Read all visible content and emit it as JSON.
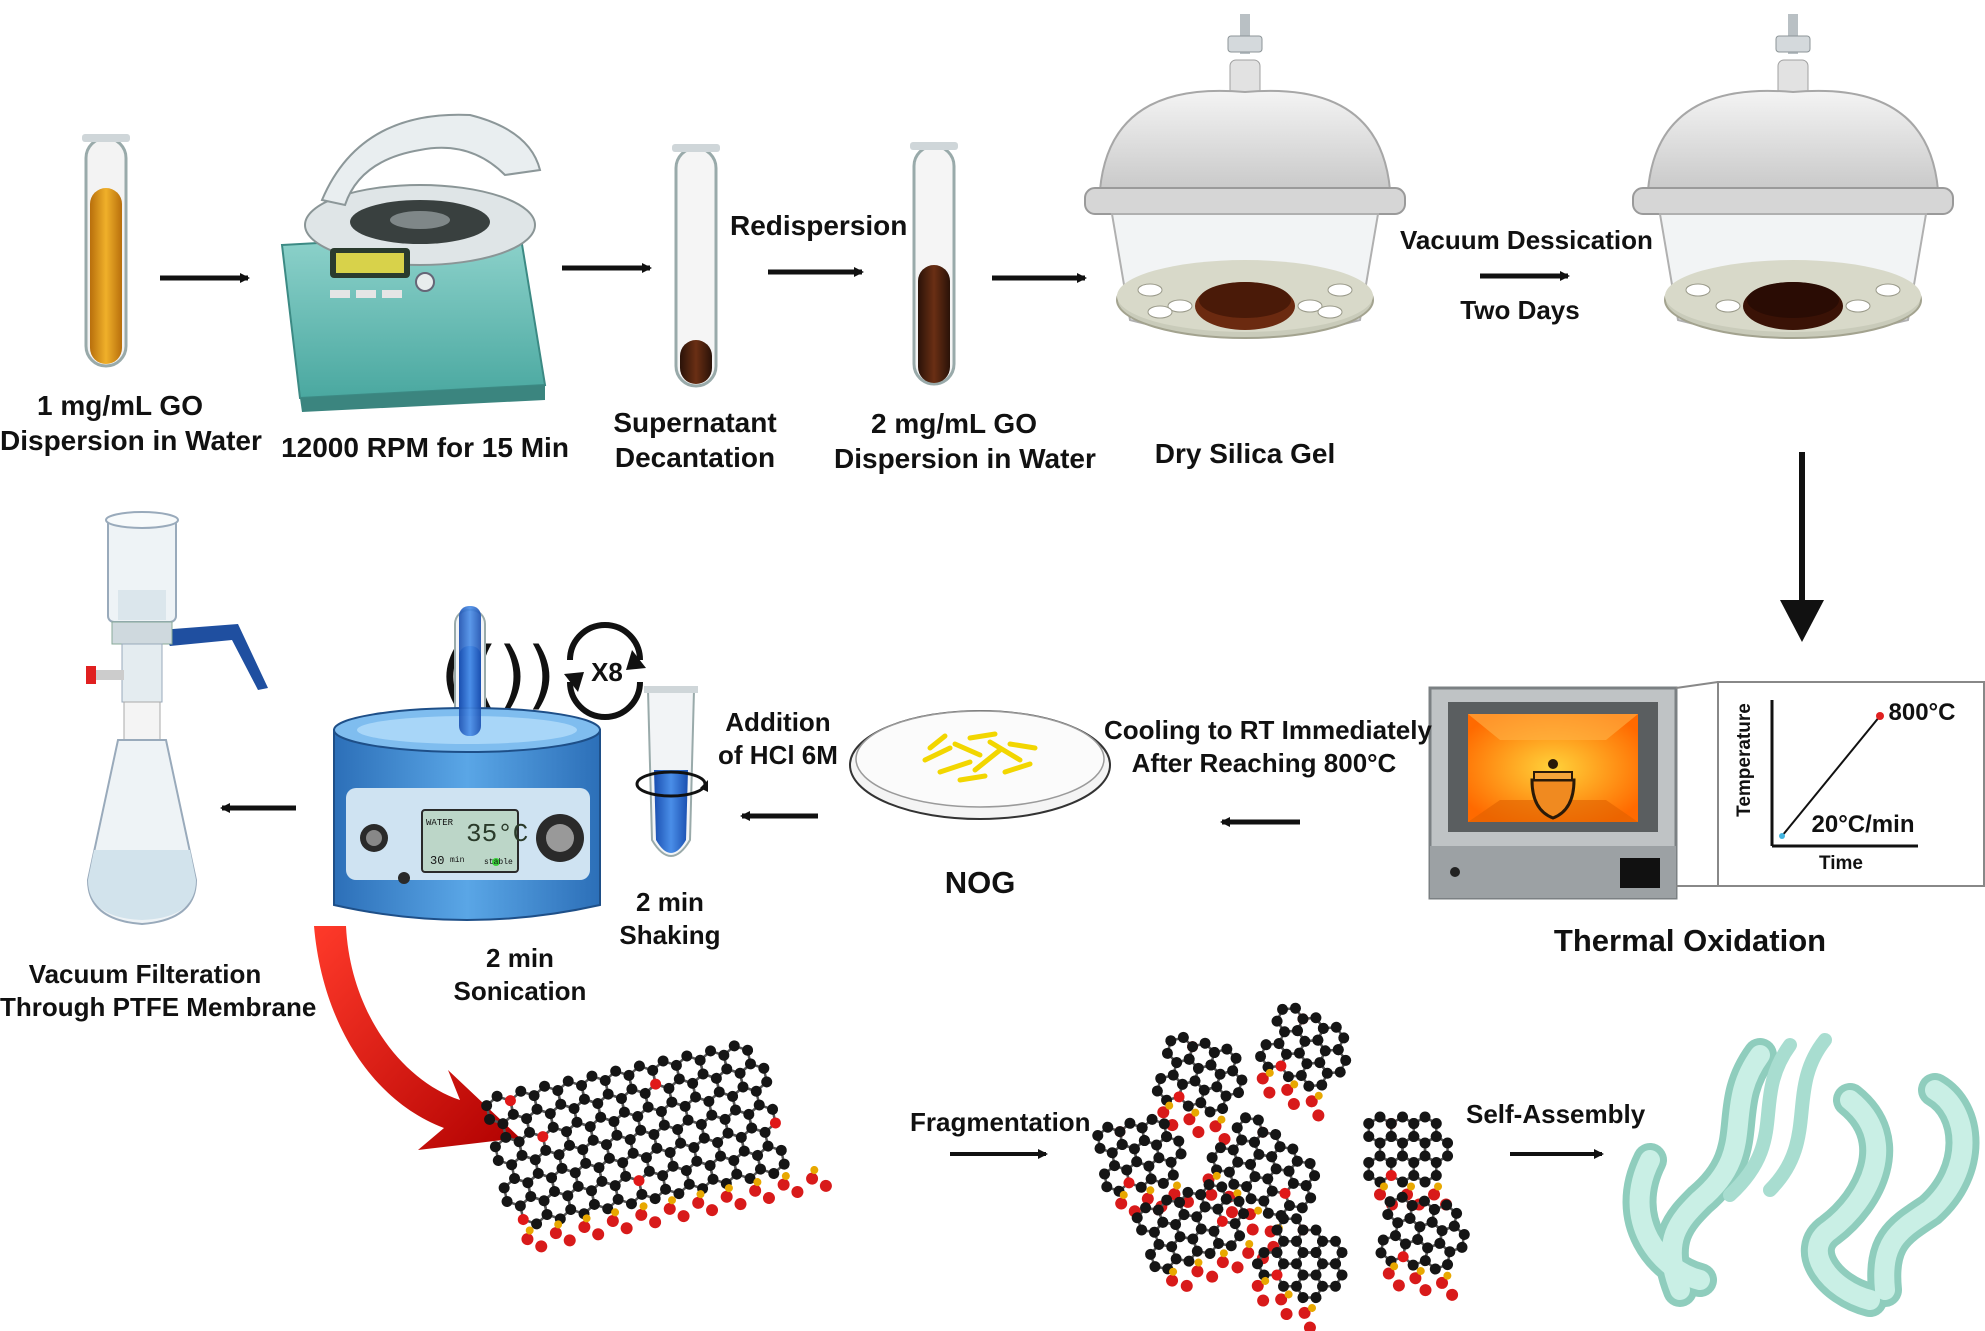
{
  "colors": {
    "arrow": "#111111",
    "go_light": "#d9921a",
    "go_dark": "#3a1a0e",
    "glass": "#eef3f6",
    "sonicator": "#3f8fd0",
    "furnace_glow": "#ff8a00",
    "red_arrow": "#e01010",
    "assembly": "#bfe9dd"
  },
  "steps": {
    "go_dispersion": {
      "line1": "1 mg/mL GO",
      "line2": "Dispersion in Water"
    },
    "centrifuge": {
      "label": "12000 RPM for 15 Min"
    },
    "decantation": {
      "line1": "Supernatant",
      "line2": "Decantation"
    },
    "redispersion": {
      "label": "Redispersion"
    },
    "go_2mg": {
      "line1": "2 mg/mL GO",
      "line2": "Dispersion in Water"
    },
    "silica_gel": {
      "label": "Dry Silica Gel"
    },
    "vacuum": {
      "line1": "Vacuum Dessication",
      "line2": "Two Days"
    },
    "thermal": {
      "label": "Thermal Oxidation"
    },
    "graph": {
      "ylabel": "Temperature",
      "xlabel": "Time",
      "max_temp": "800°C",
      "rate": "20°C/min"
    },
    "cooling": {
      "line1": "Cooling to RT Immediately",
      "line2": "After Reaching 800°C"
    },
    "nog": {
      "label": "NOG"
    },
    "hcl": {
      "line1": "Addition",
      "line2": "of HCl 6M"
    },
    "shaking": {
      "line1": "2 min",
      "line2": "Shaking"
    },
    "repeat": {
      "label": "X8"
    },
    "sonication": {
      "line1": "2 min",
      "line2": "Sonication"
    },
    "sonicator_display": {
      "water": "WATER",
      "temp": "35°C",
      "time": "30",
      "min": "min",
      "stable": "stable"
    },
    "filtration": {
      "line1": "Vacuum Filteration",
      "line2": "Through PTFE Membrane"
    },
    "fragmentation": {
      "label": "Fragmentation"
    },
    "self_assembly": {
      "label": "Self-Assembly"
    }
  }
}
